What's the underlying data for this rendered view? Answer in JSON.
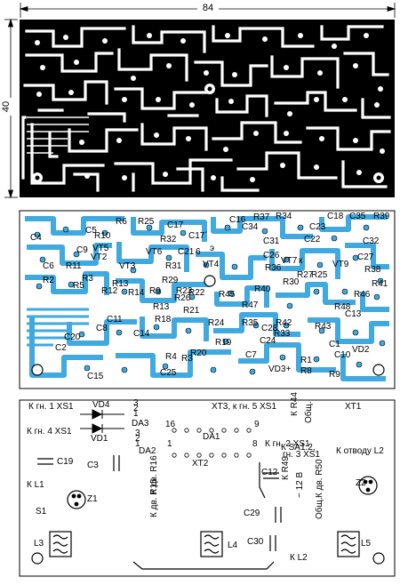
{
  "dimensions": {
    "width_label": "84",
    "height_label": "40"
  },
  "colors": {
    "ink": "#000000",
    "copper": "#3fa9e0",
    "board_bg": "#ffffff"
  },
  "copper_view": {
    "labels": [
      "R6",
      "R25",
      "C17",
      "C16",
      "R37",
      "R34",
      "C18",
      "C35",
      "R39",
      "C4",
      "C5",
      "R10",
      "R32",
      "C17´",
      "C34",
      "C31",
      "C23",
      "C22",
      "C32",
      "C9",
      "VT2",
      "VT5",
      "VT6",
      "C21",
      "C26",
      "R36",
      "VT7",
      "C27",
      "VT9",
      "C6",
      "R11",
      "VT3",
      "R31",
      "VT4",
      "R38",
      "R2",
      "R5",
      "R3",
      "R13",
      "R29",
      "R23",
      "R22",
      "R30",
      "R27",
      "R25",
      "R12",
      "R14",
      "R9",
      "R26",
      "R45",
      "R40",
      "R46",
      "R41",
      "R13",
      "R18",
      "R21",
      "R47",
      "R48",
      "C11",
      "R24",
      "R35",
      "R42",
      "C13",
      "C8",
      "C14",
      "R19",
      "C28",
      "R33",
      "R43",
      "C20",
      "C24",
      "C7",
      "C1",
      "C10",
      "VD2",
      "C2",
      "R4",
      "R20",
      "R1",
      "C15",
      "C25",
      "R3",
      "VD3+",
      "R8",
      "R9",
      "6",
      "э",
      "к"
    ]
  },
  "component_view": {
    "labels": [
      "К гн. 1 XS1",
      "VD4",
      "3",
      "2",
      "1",
      "XT3, к гн. 5 XS1",
      "XT1",
      "К гн. 4 XS1",
      "VD1",
      "DA3",
      "16",
      "9",
      "DA1",
      "К R44",
      "Общ.",
      "C19",
      "3",
      "2",
      "1",
      "DA2",
      "1",
      "8",
      "К гн. 2 XS1",
      "К SA1.2,",
      "гн. 3 XS1",
      "К отводу L2",
      "C3",
      "XT2",
      "C12",
      "Z2",
      "К L1",
      "К дв. R16",
      "К дв. R15",
      "К R49",
      "− 12 В",
      "К дв. R50",
      "Общ.",
      "Z1",
      "S1",
      "C29",
      "L3",
      "L4",
      "C30",
      "L5",
      "К L2"
    ]
  }
}
